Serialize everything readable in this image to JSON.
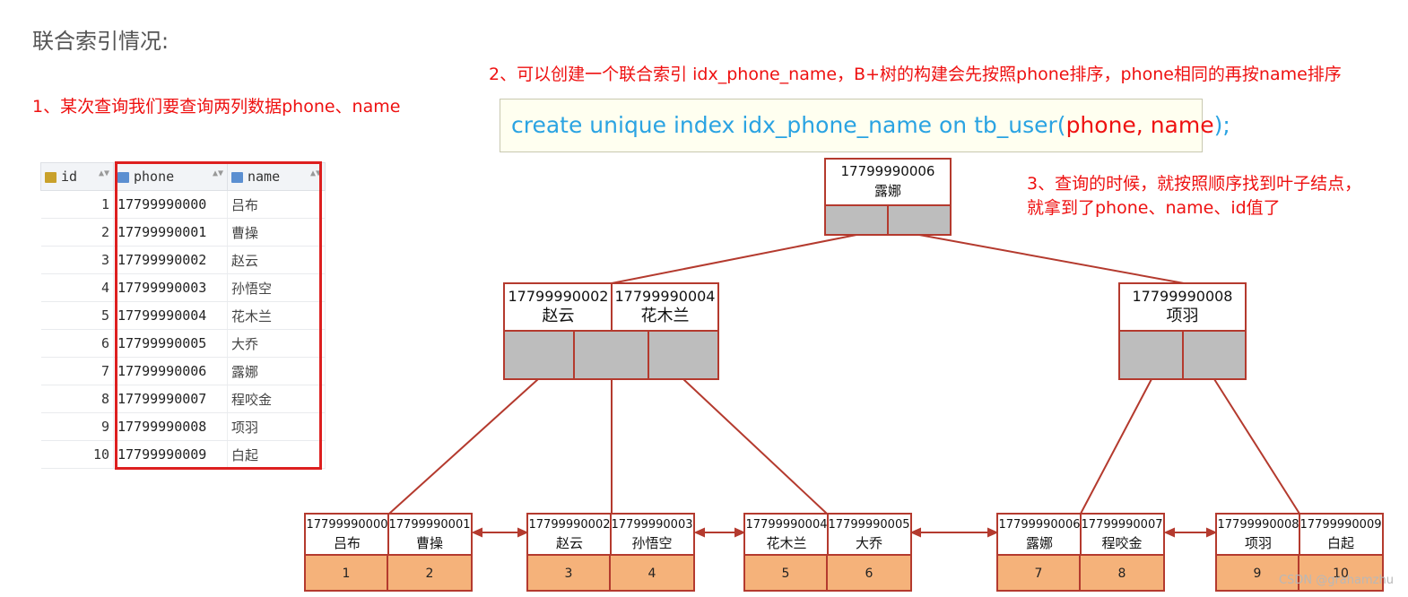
{
  "heading": "联合索引情况:",
  "notes": {
    "n1": "1、某次查询我们要查询两列数据phone、name",
    "n2": "2、可以创建一个联合索引 idx_phone_name，B+树的构建会先按照phone排序，phone相同的再按name排序",
    "n3_line1": "3、查询的时候，就按照顺序找到叶子结点，",
    "n3_line2": "就拿到了phone、name、id值了"
  },
  "sql": {
    "prefix": "create unique index idx_phone_name on tb_user(",
    "columns": "phone, name",
    "suffix": ");"
  },
  "table": {
    "headers": [
      "id",
      "phone",
      "name"
    ],
    "rows": [
      [
        "1",
        "17799990000",
        "吕布"
      ],
      [
        "2",
        "17799990001",
        "曹操"
      ],
      [
        "3",
        "17799990002",
        "赵云"
      ],
      [
        "4",
        "17799990003",
        "孙悟空"
      ],
      [
        "5",
        "17799990004",
        "花木兰"
      ],
      [
        "6",
        "17799990005",
        "大乔"
      ],
      [
        "7",
        "17799990006",
        "露娜"
      ],
      [
        "8",
        "17799990007",
        "程咬金"
      ],
      [
        "9",
        "17799990008",
        "项羽"
      ],
      [
        "10",
        "17799990009",
        "白起"
      ]
    ]
  },
  "tree": {
    "root": {
      "phone": "17799990006",
      "name": "露娜"
    },
    "internal_left": [
      {
        "phone": "17799990002",
        "name": "赵云"
      },
      {
        "phone": "17799990004",
        "name": "花木兰"
      }
    ],
    "internal_right": [
      {
        "phone": "17799990008",
        "name": "项羽"
      }
    ],
    "leaves": [
      {
        "keys": [
          {
            "phone": "17799990000",
            "name": "吕布",
            "id": "1"
          },
          {
            "phone": "17799990001",
            "name": "曹操",
            "id": "2"
          }
        ]
      },
      {
        "keys": [
          {
            "phone": "17799990002",
            "name": "赵云",
            "id": "3"
          },
          {
            "phone": "17799990003",
            "name": "孙悟空",
            "id": "4"
          }
        ]
      },
      {
        "keys": [
          {
            "phone": "17799990004",
            "name": "花木兰",
            "id": "5"
          },
          {
            "phone": "17799990005",
            "name": "大乔",
            "id": "6"
          }
        ]
      },
      {
        "keys": [
          {
            "phone": "17799990006",
            "name": "露娜",
            "id": "7"
          },
          {
            "phone": "17799990007",
            "name": "程咬金",
            "id": "8"
          }
        ]
      },
      {
        "keys": [
          {
            "phone": "17799990008",
            "name": "项羽",
            "id": "9"
          },
          {
            "phone": "17799990009",
            "name": "白起",
            "id": "10"
          }
        ]
      }
    ]
  },
  "watermark": "CSDN @grahamzhu",
  "colors": {
    "red_text": "#ee1111",
    "sql_text": "#2aa3e2",
    "node_border": "#b43a2e",
    "pointer": "#bdbdbd",
    "leaf_data": "#f5b27a"
  }
}
